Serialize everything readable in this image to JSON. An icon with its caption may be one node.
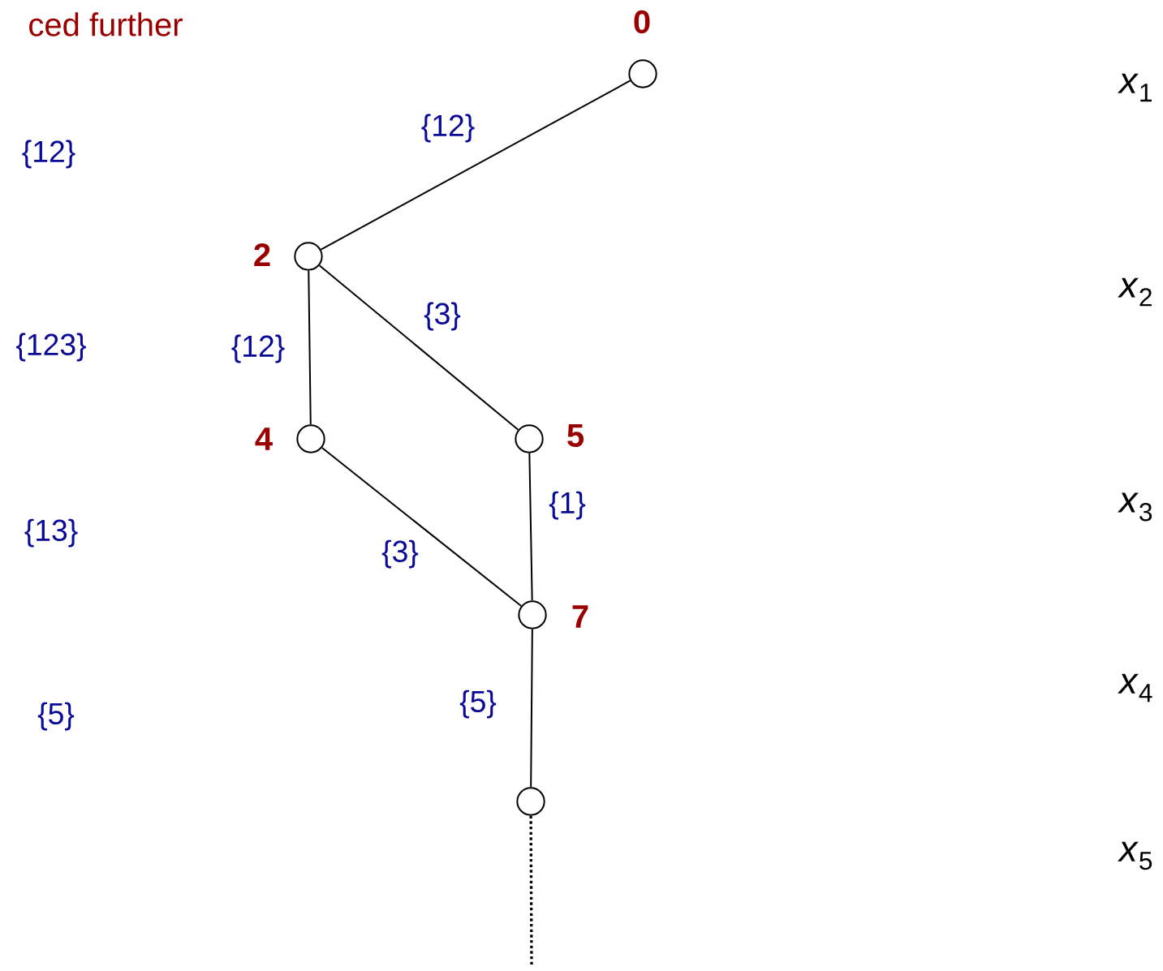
{
  "diagram": {
    "nodes": [
      {
        "text": [],
        "shape": "circle",
        "beside": [
          "0"
        ]
      },
      {
        "text": [],
        "shape": "circle",
        "beside": [
          "2"
        ]
      },
      {
        "text": [],
        "shape": "circle",
        "beside": [
          "4"
        ]
      },
      {
        "text": [],
        "shape": "circle",
        "beside": [
          "5"
        ]
      },
      {
        "text": [],
        "shape": "circle",
        "beside": [
          "7"
        ]
      },
      {
        "text": [],
        "shape": "circle"
      }
    ],
    "edges": [
      {
        "from": 0,
        "to": 1,
        "arrow": "none",
        "label": "{12}"
      },
      {
        "from": 1,
        "to": 2,
        "arrow": "none",
        "label": "{12}"
      },
      {
        "from": 1,
        "to": 3,
        "arrow": "none",
        "label": "{3}"
      },
      {
        "from": 2,
        "to": 4,
        "arrow": "none",
        "label": "{3}"
      },
      {
        "from": 3,
        "to": 4,
        "arrow": "none",
        "label": "{1}"
      },
      {
        "from": 4,
        "to": 5,
        "arrow": "none",
        "label": "{5}"
      },
      {
        "from": 5,
        "to": null,
        "arrow": "none",
        "style": "dashed"
      }
    ],
    "labels": [
      "ced further",
      "*x*$_{1}$",
      "{12}",
      "*x*$_{2}$",
      "{123}",
      "*x*$_{3}$",
      "{13}",
      "*x*$_{4}$",
      "{5}",
      "*x*$_{5}$"
    ]
  }
}
